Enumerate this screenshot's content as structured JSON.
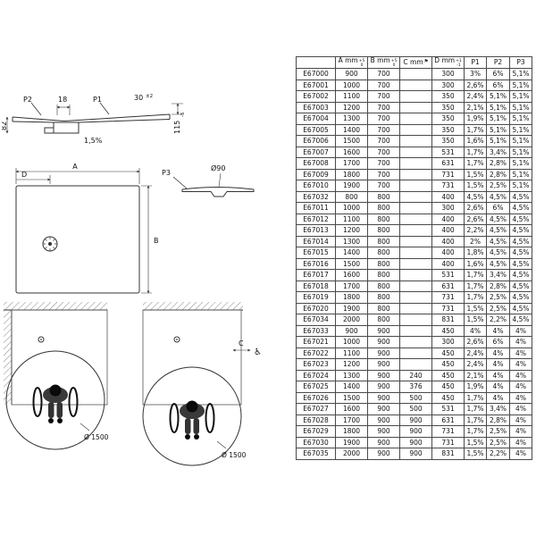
{
  "drawings": {
    "section": {
      "p2": "P2",
      "p1": "P1",
      "dim_18": "18",
      "dim_30": "30",
      "tol_30": "±2",
      "dim_82": "82",
      "dim_115": "115",
      "tol_115": "-5",
      "slope": "1,5%"
    },
    "plan": {
      "a": "A",
      "d": "D",
      "b": "B",
      "p3": "P3",
      "drain_diameter": "Ø90"
    },
    "accessibility": {
      "turning_circle_left": "Ø 1500",
      "turning_circle_right": "Ø 1500",
      "c_label": "C",
      "wheelchair_symbol": "♿"
    }
  },
  "table": {
    "header": {
      "article": "",
      "a_label": "A mm",
      "a_tol_sup": "+5",
      "a_tol_sub": "0",
      "b_label": "B mm",
      "b_tol_sup": "+5",
      "b_tol_sub": "0",
      "c_label": "C mm",
      "c_flag": "⚑",
      "d_label": "D mm",
      "d_tol_sup": "+1",
      "d_tol_sub": "-1",
      "p1": "P1",
      "p2": "P2",
      "p3": "P3"
    },
    "rows": [
      [
        "E67000",
        "900",
        "700",
        "",
        "300",
        "3%",
        "6%",
        "5,1%"
      ],
      [
        "E67001",
        "1000",
        "700",
        "",
        "300",
        "2,6%",
        "6%",
        "5,1%"
      ],
      [
        "E67002",
        "1100",
        "700",
        "",
        "350",
        "2,4%",
        "5,1%",
        "5,1%"
      ],
      [
        "E67003",
        "1200",
        "700",
        "",
        "350",
        "2,1%",
        "5,1%",
        "5,1%"
      ],
      [
        "E67004",
        "1300",
        "700",
        "",
        "350",
        "1,9%",
        "5,1%",
        "5,1%"
      ],
      [
        "E67005",
        "1400",
        "700",
        "",
        "350",
        "1,7%",
        "5,1%",
        "5,1%"
      ],
      [
        "E67006",
        "1500",
        "700",
        "",
        "350",
        "1,6%",
        "5,1%",
        "5,1%"
      ],
      [
        "E67007",
        "1600",
        "700",
        "",
        "531",
        "1,7%",
        "3,4%",
        "5,1%"
      ],
      [
        "E67008",
        "1700",
        "700",
        "",
        "631",
        "1,7%",
        "2,8%",
        "5,1%"
      ],
      [
        "E67009",
        "1800",
        "700",
        "",
        "731",
        "1,5%",
        "2,8%",
        "5,1%"
      ],
      [
        "E67010",
        "1900",
        "700",
        "",
        "731",
        "1,5%",
        "2,5%",
        "5,1%"
      ],
      [
        "E67032",
        "800",
        "800",
        "",
        "400",
        "4,5%",
        "4,5%",
        "4,5%"
      ],
      [
        "E67011",
        "1000",
        "800",
        "",
        "300",
        "2,6%",
        "6%",
        "4,5%"
      ],
      [
        "E67012",
        "1100",
        "800",
        "",
        "400",
        "2,6%",
        "4,5%",
        "4,5%"
      ],
      [
        "E67013",
        "1200",
        "800",
        "",
        "400",
        "2,2%",
        "4,5%",
        "4,5%"
      ],
      [
        "E67014",
        "1300",
        "800",
        "",
        "400",
        "2%",
        "4,5%",
        "4,5%"
      ],
      [
        "E67015",
        "1400",
        "800",
        "",
        "400",
        "1,8%",
        "4,5%",
        "4,5%"
      ],
      [
        "E67016",
        "1500",
        "800",
        "",
        "400",
        "1,6%",
        "4,5%",
        "4,5%"
      ],
      [
        "E67017",
        "1600",
        "800",
        "",
        "531",
        "1,7%",
        "3,4%",
        "4,5%"
      ],
      [
        "E67018",
        "1700",
        "800",
        "",
        "631",
        "1,7%",
        "2,8%",
        "4,5%"
      ],
      [
        "E67019",
        "1800",
        "800",
        "",
        "731",
        "1,7%",
        "2,5%",
        "4,5%"
      ],
      [
        "E67020",
        "1900",
        "800",
        "",
        "731",
        "1,5%",
        "2,5%",
        "4,5%"
      ],
      [
        "E67034",
        "2000",
        "800",
        "",
        "831",
        "1,5%",
        "2,2%",
        "4,5%"
      ],
      [
        "E67033",
        "900",
        "900",
        "",
        "450",
        "4%",
        "4%",
        "4%"
      ],
      [
        "E67021",
        "1000",
        "900",
        "",
        "300",
        "2,6%",
        "6%",
        "4%"
      ],
      [
        "E67022",
        "1100",
        "900",
        "",
        "450",
        "2,4%",
        "4%",
        "4%"
      ],
      [
        "E67023",
        "1200",
        "900",
        "",
        "450",
        "2,4%",
        "4%",
        "4%"
      ],
      [
        "E67024",
        "1300",
        "900",
        "240",
        "450",
        "2,1%",
        "4%",
        "4%"
      ],
      [
        "E67025",
        "1400",
        "900",
        "376",
        "450",
        "1,9%",
        "4%",
        "4%"
      ],
      [
        "E67026",
        "1500",
        "900",
        "500",
        "450",
        "1,7%",
        "4%",
        "4%"
      ],
      [
        "E67027",
        "1600",
        "900",
        "500",
        "531",
        "1,7%",
        "3,4%",
        "4%"
      ],
      [
        "E67028",
        "1700",
        "900",
        "900",
        "631",
        "1,7%",
        "2,8%",
        "4%"
      ],
      [
        "E67029",
        "1800",
        "900",
        "900",
        "731",
        "1,7%",
        "2,5%",
        "4%"
      ],
      [
        "E67030",
        "1900",
        "900",
        "900",
        "731",
        "1,5%",
        "2,5%",
        "4%"
      ],
      [
        "E67035",
        "2000",
        "900",
        "900",
        "831",
        "1,5%",
        "2,2%",
        "4%"
      ]
    ]
  }
}
